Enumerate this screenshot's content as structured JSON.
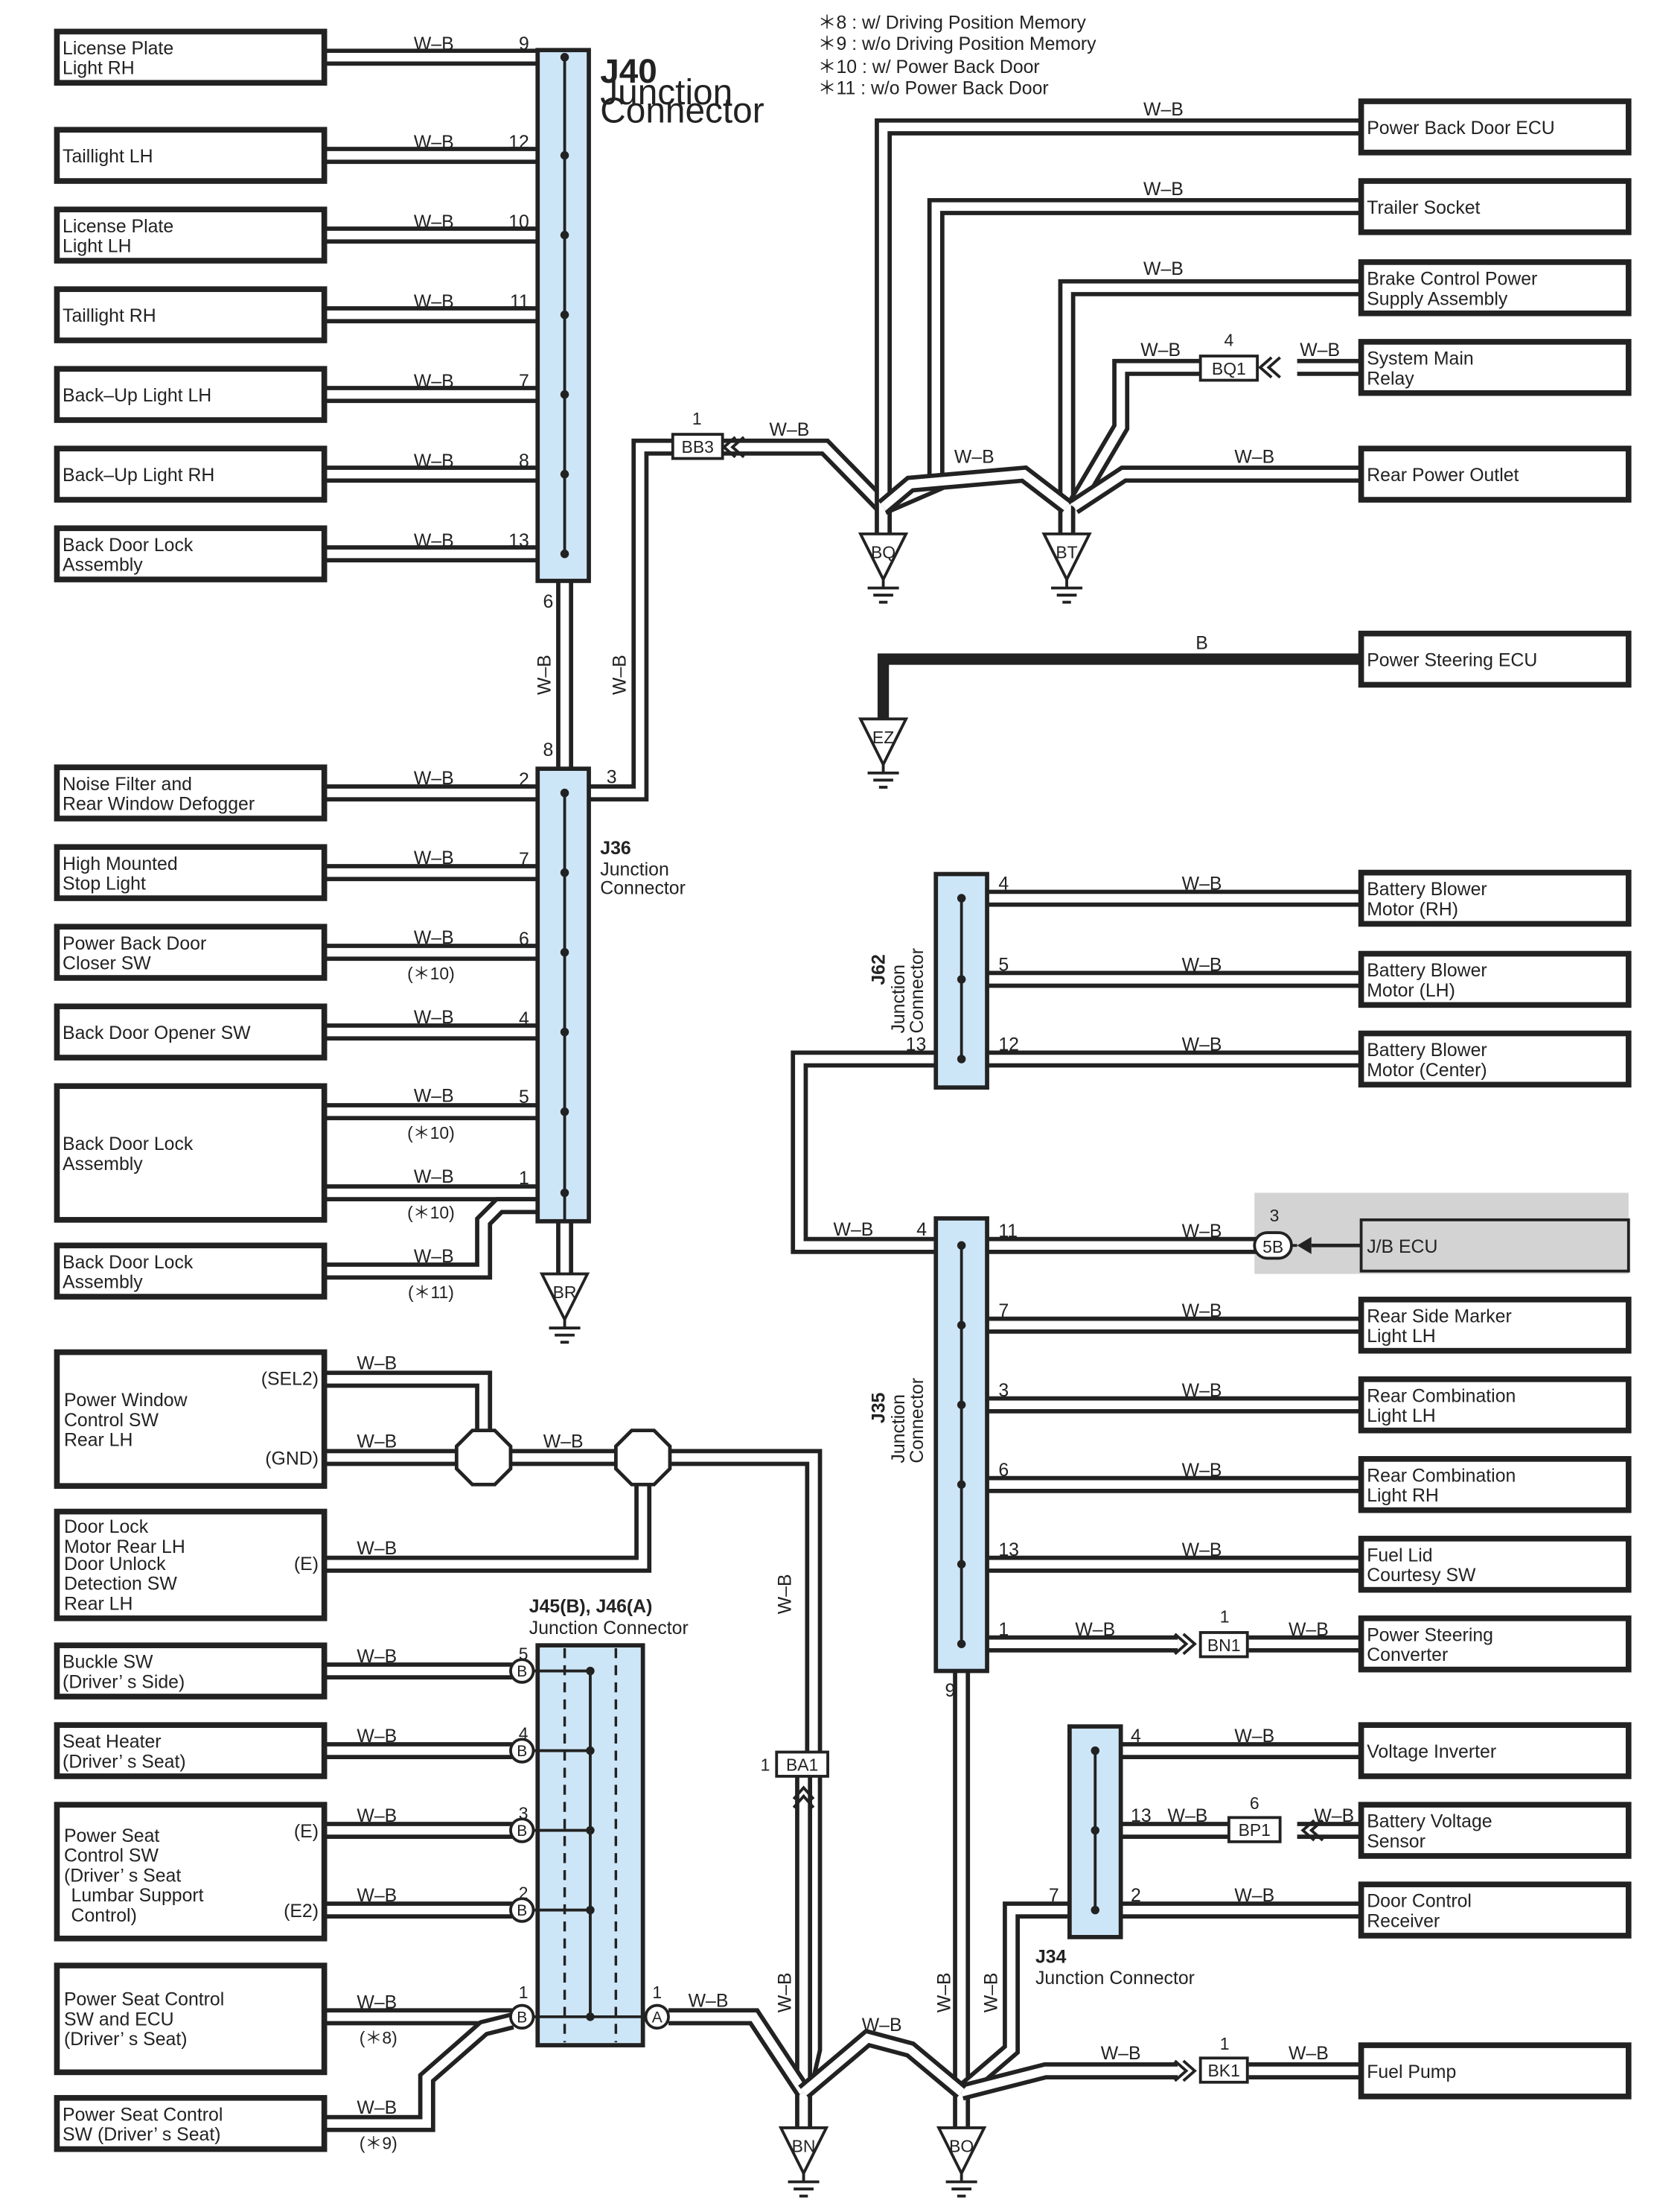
{
  "notes": [
    "＊8 : w/ Driving Position Memory",
    "＊9 : w/o Driving Position Memory",
    "＊10 : w/ Power Back Door",
    "＊11 : w/o Power Back Door"
  ],
  "wire_color": "W–B",
  "wire_color_black": "B",
  "colors": {
    "junction_fill": "#cde6f7",
    "wire": "#222222",
    "highlight_box": "#d3d3d3"
  },
  "junctions": {
    "j40": {
      "id": "J40",
      "name_l1": "Junction",
      "name_l2": "Connector"
    },
    "j36": {
      "id": "J36",
      "name_l1": "Junction",
      "name_l2": "Connector"
    },
    "j62": {
      "id": "J62",
      "name_l1": "Junction",
      "name_l2": "Connector"
    },
    "j35": {
      "id": "J35",
      "name_l1": "Junction",
      "name_l2": "Connector"
    },
    "j34": {
      "id": "J34",
      "name_l1": "Junction Connector"
    },
    "j45": {
      "id": "J45(B), J46(A)",
      "name_l1": "Junction Connector"
    }
  },
  "j40_rows": [
    {
      "l1": "License Plate",
      "l2": "Light RH",
      "pin": "9"
    },
    {
      "l1": "Taillight LH",
      "l2": "",
      "pin": "12"
    },
    {
      "l1": "License Plate",
      "l2": "Light LH",
      "pin": "10"
    },
    {
      "l1": "Taillight RH",
      "l2": "",
      "pin": "11"
    },
    {
      "l1": "Back–Up Light LH",
      "l2": "",
      "pin": "7"
    },
    {
      "l1": "Back–Up Light RH",
      "l2": "",
      "pin": "8"
    },
    {
      "l1": "Back Door Lock",
      "l2": "Assembly",
      "pin": "13"
    }
  ],
  "j40_pin_bottom": "6",
  "j36_pin_top": "8",
  "j36_pin_bb3": "3",
  "j36_rows": [
    {
      "l1": "Noise Filter and",
      "l2": "Rear Window Defogger",
      "pin": "2",
      "note": ""
    },
    {
      "l1": "High Mounted",
      "l2": "Stop Light",
      "pin": "7",
      "note": ""
    },
    {
      "l1": "Power Back Door",
      "l2": "Closer SW",
      "pin": "6",
      "note": "(＊10)"
    },
    {
      "l1": "Back Door Opener SW",
      "l2": "",
      "pin": "4",
      "note": ""
    }
  ],
  "j36_bdla": {
    "l1": "Back Door Lock",
    "l2": "Assembly",
    "pin1": "5",
    "pin2": "1",
    "note1": "(＊10)",
    "note2": "(＊10)"
  },
  "j36_bdla2": {
    "l1": "Back Door Lock",
    "l2": "Assembly",
    "note": "(＊11)"
  },
  "grounds": {
    "br": "BR",
    "bq": "BQ",
    "bt": "BT",
    "ez": "EZ",
    "bn": "BN",
    "bo": "BO"
  },
  "bb3": {
    "id": "BB3",
    "pin": "1"
  },
  "bq1": {
    "id": "BQ1",
    "pin": "4"
  },
  "ba1": {
    "id": "BA1",
    "pin": "1"
  },
  "bn1": {
    "id": "BN1",
    "pin": "1"
  },
  "bp1": {
    "id": "BP1",
    "pin": "6"
  },
  "bk1": {
    "id": "BK1",
    "pin": "1"
  },
  "c5b": {
    "id": "5B",
    "pin": "3"
  },
  "right_top": [
    {
      "l1": "Power Back Door ECU",
      "l2": ""
    },
    {
      "l1": "Trailer Socket",
      "l2": ""
    },
    {
      "l1": "Brake Control Power",
      "l2": "Supply Assembly"
    },
    {
      "l1": "System Main",
      "l2": "Relay"
    },
    {
      "l1": "Rear Power Outlet",
      "l2": ""
    }
  ],
  "ps_ecu": "Power Steering ECU",
  "j62_rows": [
    {
      "l1": "Battery Blower",
      "l2": "Motor (RH)",
      "pin": "4"
    },
    {
      "l1": "Battery Blower",
      "l2": "Motor (LH)",
      "pin": "5"
    },
    {
      "l1": "Battery Blower",
      "l2": "Motor (Center)",
      "pin": "12"
    }
  ],
  "j62_pin_left": "13",
  "jb_ecu": "J/B ECU",
  "j35_pin_left": "4",
  "j35_pin_bottom": "9",
  "j35_rows": [
    {
      "l1": "",
      "l2": "",
      "pin": "11"
    },
    {
      "l1": "Rear Side Marker",
      "l2": "Light LH",
      "pin": "7"
    },
    {
      "l1": "Rear Combination",
      "l2": "Light LH",
      "pin": "3"
    },
    {
      "l1": "Rear Combination",
      "l2": "Light RH",
      "pin": "6"
    },
    {
      "l1": "Fuel Lid",
      "l2": "Courtesy SW",
      "pin": "13"
    },
    {
      "l1": "Power Steering",
      "l2": "Converter",
      "pin": "1"
    }
  ],
  "j34_rows": [
    {
      "l1": "Voltage Inverter",
      "l2": "",
      "pin": "4"
    },
    {
      "l1": "Battery Voltage",
      "l2": "Sensor",
      "pin": "13"
    },
    {
      "l1": "Door Control",
      "l2": "Receiver",
      "pin": "2"
    }
  ],
  "j34_pin_left": "7",
  "fuel_pump": "Fuel Pump",
  "pw": {
    "l1": "Power Window",
    "l2": "Control SW",
    "l3": "Rear LH",
    "t1": "(SEL2)",
    "t2": "(GND)"
  },
  "dl": {
    "l1": "Door Lock",
    "l2": "Motor Rear LH",
    "l3": "Door Unlock",
    "l4": "Detection SW",
    "l5": "Rear LH",
    "t": "(E)"
  },
  "j45_rows": [
    {
      "l1": "Buckle SW",
      "l2": "(Driver’ s Side)",
      "pin": "5",
      "cb": "B"
    },
    {
      "l1": "Seat Heater",
      "l2": "(Driver’ s Seat)",
      "pin": "4",
      "cb": "B"
    },
    {
      "pin": "3",
      "cb": "B"
    },
    {
      "pin": "2",
      "cb": "B"
    }
  ],
  "pscsw": {
    "l1": "Power Seat",
    "l2": "Control SW",
    "l3": "(Driver’ s Seat",
    "l4": "Lumbar Support",
    "l5": "Control)",
    "t1": "(E)",
    "t2": "(E2)"
  },
  "psecu": {
    "l1": "Power Seat Control",
    "l2": "SW and ECU",
    "l3": "(Driver’ s Seat)",
    "pin": "1",
    "cb": "B",
    "note": "(＊8)"
  },
  "psc": {
    "l1": "Power Seat Control",
    "l2": "SW (Driver’ s Seat)",
    "note": "(＊9)"
  },
  "j45_out": {
    "pin": "1",
    "cb": "A"
  }
}
